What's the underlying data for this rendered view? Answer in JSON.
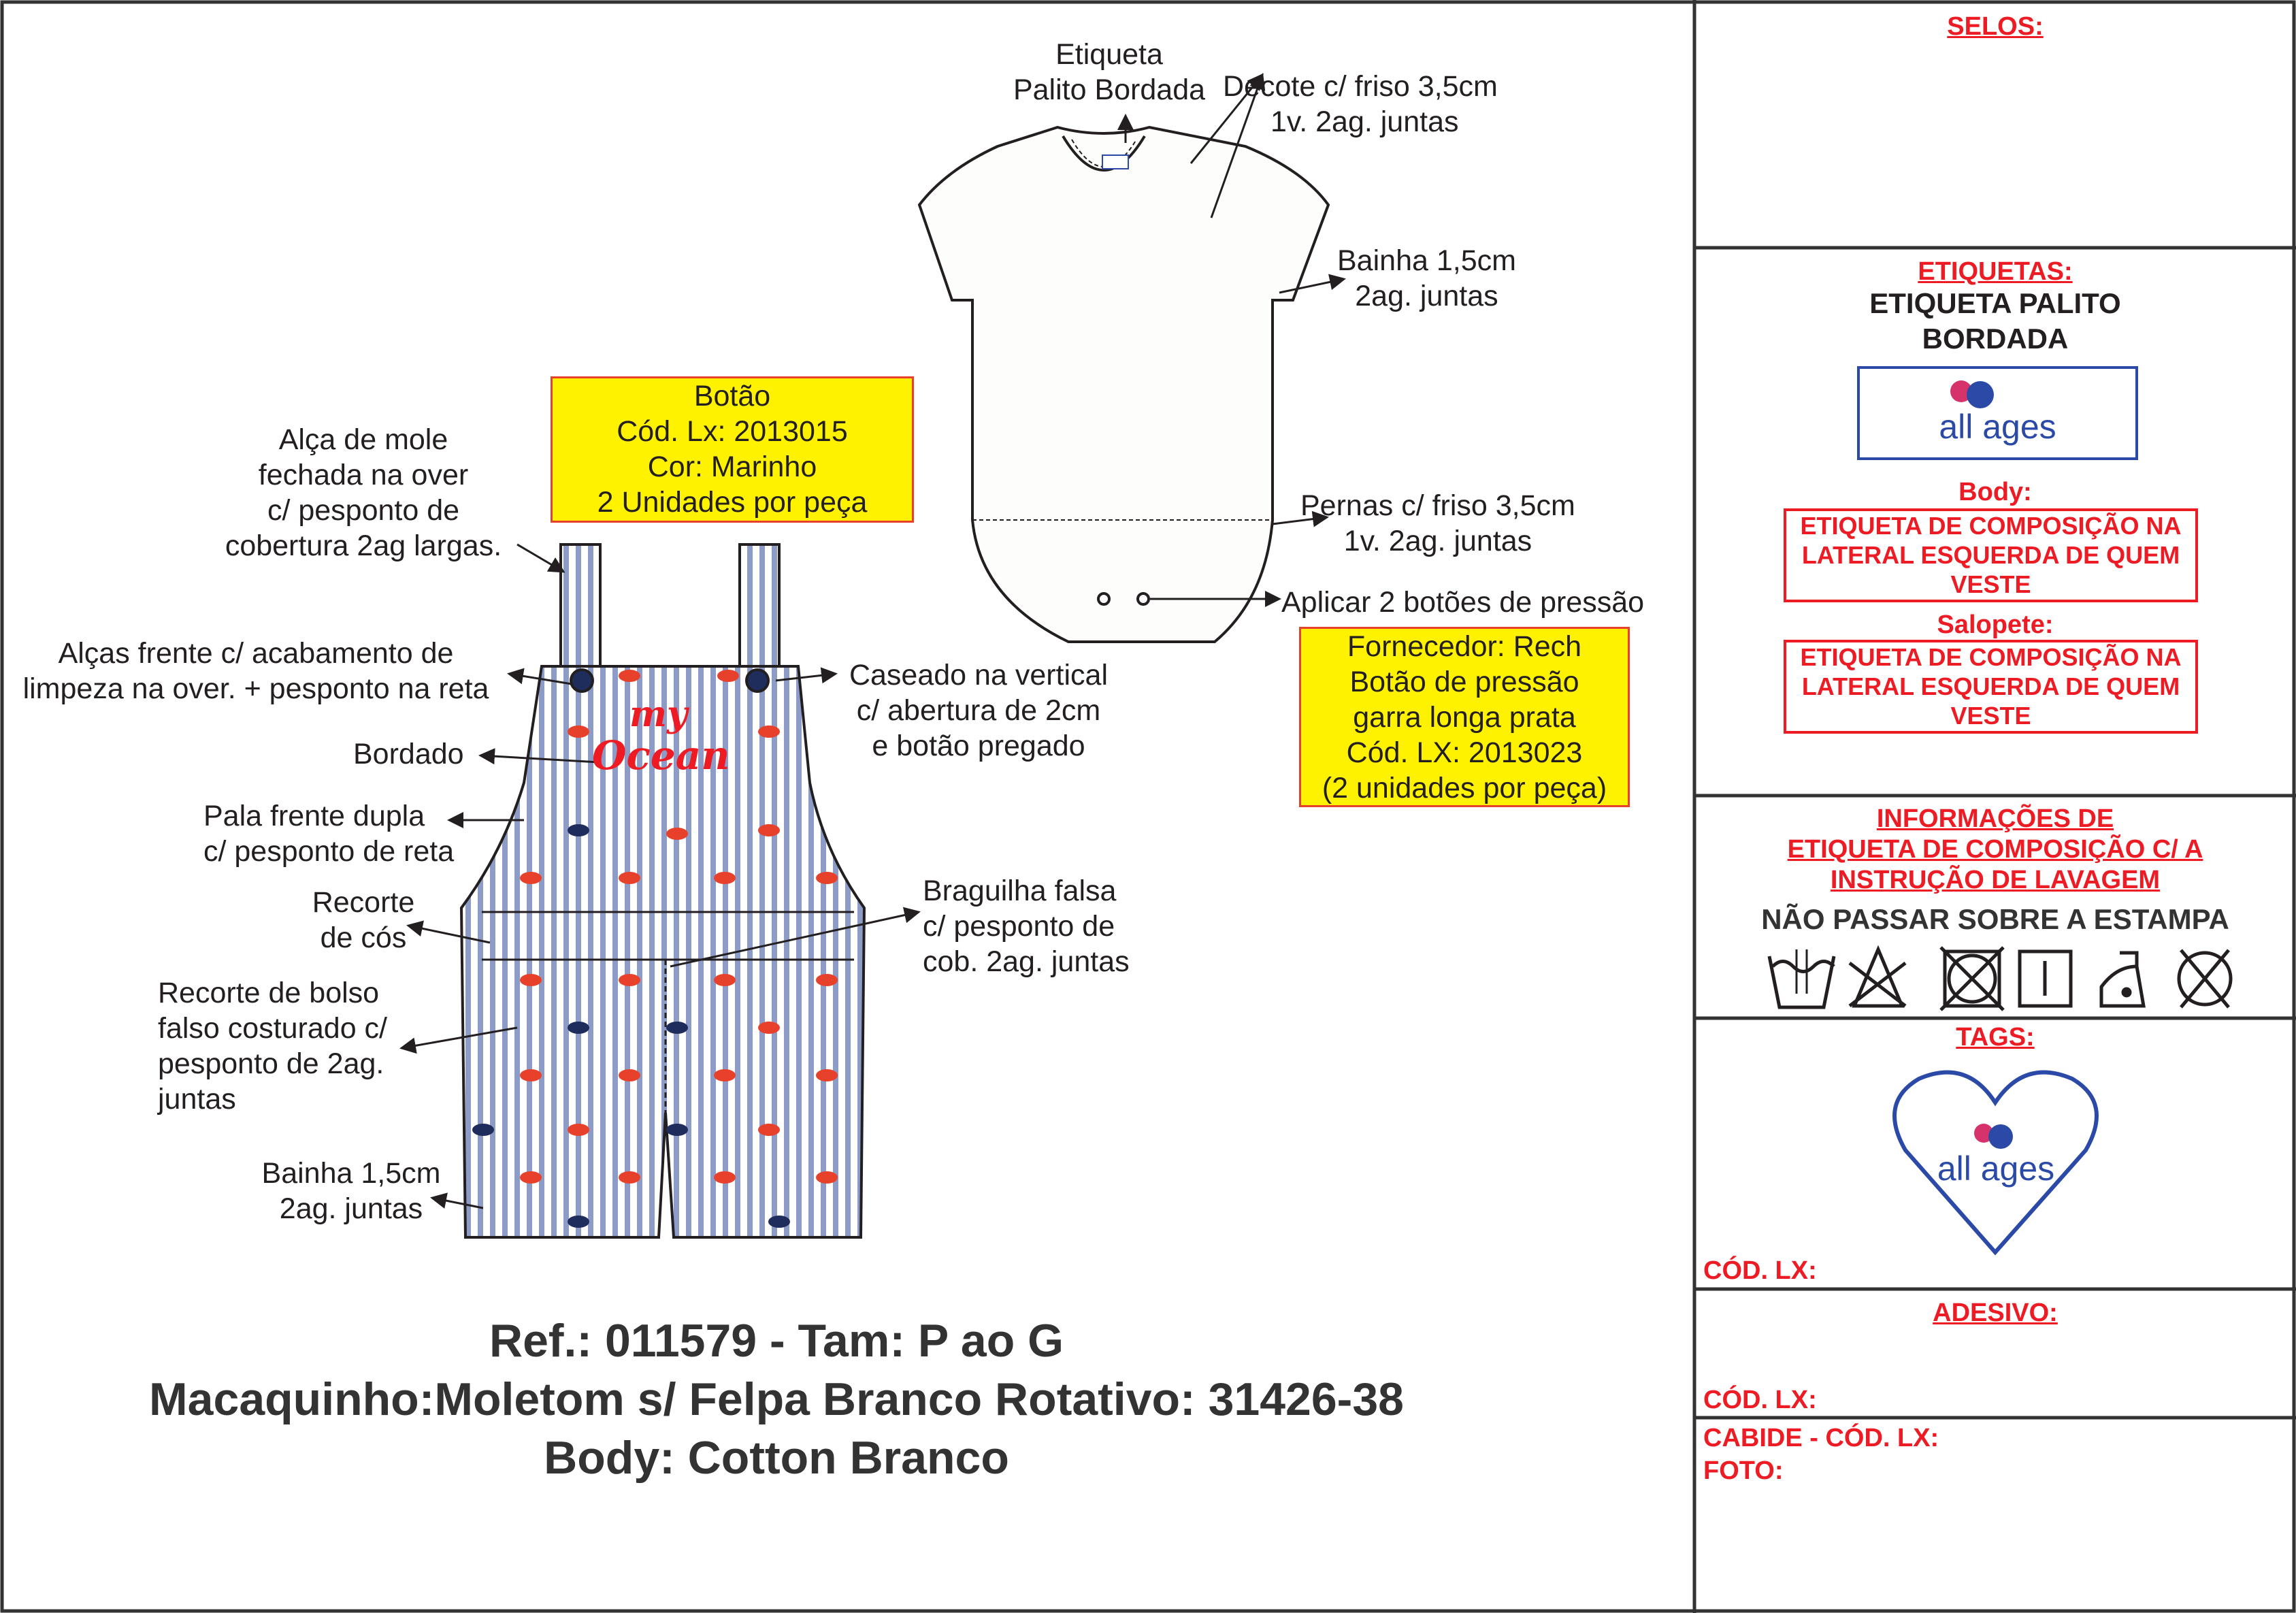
{
  "bodysuit": {
    "label_tag": [
      "Etiqueta",
      "Palito Bordada"
    ],
    "neckline": [
      "Decote c/ friso 3,5cm",
      "1v. 2ag. juntas"
    ],
    "hem": [
      "Bainha 1,5cm",
      "2ag. juntas"
    ],
    "legs": [
      "Pernas c/ friso 3,5cm",
      "1v. 2ag. juntas"
    ],
    "snaps": "Aplicar 2 botões de pressão",
    "supplier_box": [
      "Fornecedor: Rech",
      "Botão de pressão",
      "garra longa prata",
      "Cód. LX: 2013023",
      "(2 unidades por peça)"
    ]
  },
  "overalls": {
    "button_box": [
      "Botão",
      "Cód. Lx: 2013015",
      "Cor: Marinho",
      "2 Unidades por peça"
    ],
    "strap": [
      "Alça de mole",
      "fechada na over",
      "c/ pesponto de",
      "cobertura 2ag largas."
    ],
    "straps_front": [
      "Alças frente c/ acabamento de",
      "limpeza na over. + pesponto na reta"
    ],
    "buttonhole": [
      "Caseado na vertical",
      "c/ abertura de 2cm",
      "e botão pregado"
    ],
    "embroidery": "Bordado",
    "embroidery_text": [
      "my",
      "Ocean"
    ],
    "yoke": [
      "Pala frente dupla",
      "c/ pesponto de reta"
    ],
    "waist": [
      "Recorte",
      "de cós"
    ],
    "fly": [
      "Braguilha falsa",
      "c/ pesponto de",
      "cob. 2ag. juntas"
    ],
    "pocket": [
      "Recorte de bolso",
      "falso costurado c/",
      "pesponto de 2ag.",
      "juntas"
    ],
    "hem": [
      "Bainha 1,5cm",
      "2ag. juntas"
    ]
  },
  "title": {
    "ref": "Ref.: 011579 - Tam: P ao G",
    "line2": "Macaquinho:Moletom s/ Felpa Branco Rotativo: 31426-38",
    "line3": "Body: Cotton Branco"
  },
  "panel": {
    "selos": "SELOS:",
    "etiquetas": "ETIQUETAS:",
    "etiqueta_name": [
      "ETIQUETA PALITO",
      "BORDADA"
    ],
    "brand": "all ages",
    "body_label": "Body:",
    "body_comp": "ETIQUETA DE COMPOSIÇÃO NA LATERAL ESQUERDA DE QUEM VESTE",
    "salopete_label": "Salopete:",
    "salopete_comp": "ETIQUETA DE COMPOSIÇÃO NA LATERAL ESQUERDA DE QUEM VESTE",
    "info": [
      "INFORMAÇÕES DE",
      "ETIQUETA DE COMPOSIÇÃO C/ A",
      "INSTRUÇÃO DE LAVAGEM"
    ],
    "warning": "NÃO PASSAR SOBRE A ESTAMPA",
    "care_icons": [
      "hand-wash",
      "do-not-bleach",
      "do-not-tumble-dry",
      "line-dry",
      "iron-low",
      "do-not-dry-clean"
    ],
    "tags": "TAGS:",
    "tags_cod": "CÓD. LX:",
    "adesivo": "ADESIVO:",
    "adesivo_cod": "CÓD. LX:",
    "cabide": "CABIDE - CÓD. LX:",
    "foto": "FOTO:"
  },
  "colors": {
    "red": "#ed1c24",
    "yellow": "#fff200",
    "navy": "#1f2d5c",
    "brand_blue": "#2b4aa8"
  }
}
